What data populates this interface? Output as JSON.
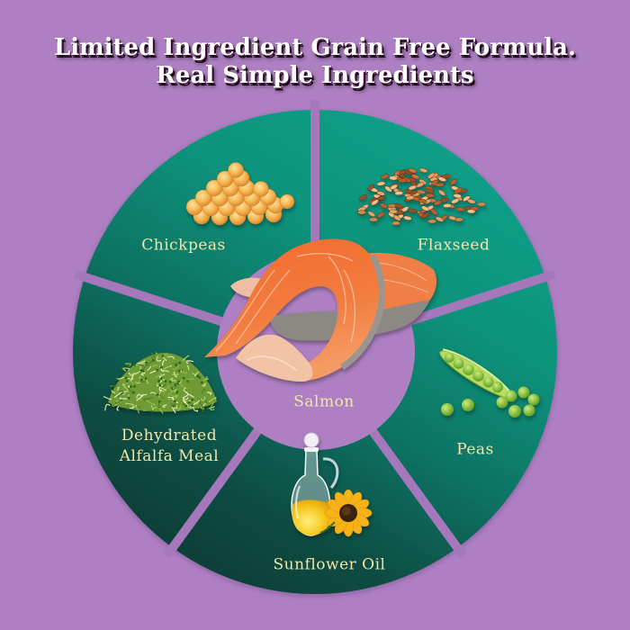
{
  "title": {
    "line1": "Limited Ingredient Grain Free Formula.",
    "line2": "Real Simple Ingredients"
  },
  "wheel": {
    "center": {
      "label": "Salmon",
      "icon": "salmon-steak-image"
    },
    "segments": [
      {
        "id": "chickpeas",
        "label": "Chickpeas",
        "icon": "chickpeas-image"
      },
      {
        "id": "flaxseed",
        "label": "Flaxseed",
        "icon": "flaxseed-image"
      },
      {
        "id": "peas",
        "label": "Peas",
        "icon": "pea-pod-image"
      },
      {
        "id": "sunflower_oil",
        "label": "Sunflower Oil",
        "icon": "oil-cruet-sunflower-image"
      },
      {
        "id": "alfalfa",
        "label_lines": [
          "Dehydrated",
          "Alfalfa Meal"
        ],
        "icon": "alfalfa-sprouts-image"
      }
    ]
  },
  "colors": {
    "background": "#ae80c3",
    "ring_light": "#12a18a",
    "ring_dark": "#0a3b34",
    "label_text": "#f2e6a8",
    "title_text": "#ffffff"
  }
}
